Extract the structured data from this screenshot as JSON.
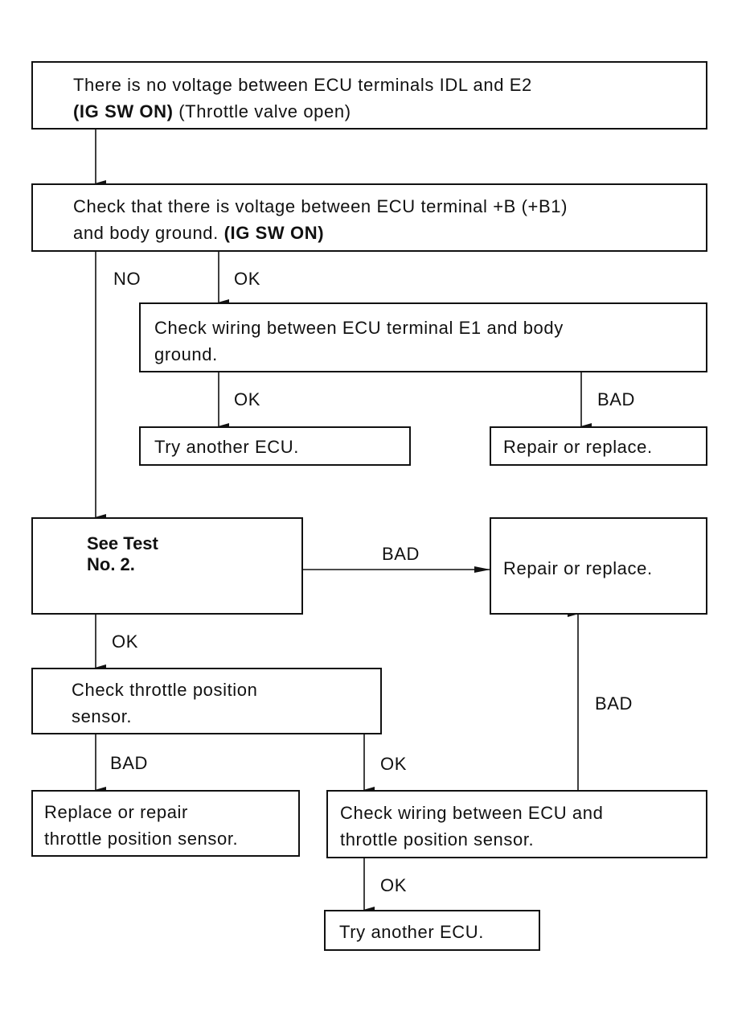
{
  "diagram": {
    "start": {
      "line1": "There is no voltage between ECU terminals IDL and E2",
      "line2_bold": "(IG SW ON)",
      "line2_rest": " (Throttle valve open)"
    },
    "check_voltage": {
      "line1": "Check that there is voltage between ECU terminal +B (+B1)",
      "line2": "and body ground. ",
      "line2_bold": "(IG SW ON)"
    },
    "check_wiring_e1": {
      "line1": "Check wiring between ECU terminal E1 and body",
      "line2": "ground."
    },
    "try_ecu_1": "Try another ECU.",
    "repair_1": "Repair or replace.",
    "see_test": {
      "line1": "See Test",
      "line2": "No. 2."
    },
    "repair_2": "Repair or replace.",
    "check_tps": {
      "line1": "Check throttle position",
      "line2": "sensor."
    },
    "replace_tps": {
      "line1": "Replace or repair",
      "line2": "throttle position sensor."
    },
    "check_wiring_tps": {
      "line1": "Check wiring between ECU and",
      "line2": "throttle position sensor."
    },
    "try_ecu_2": "Try another ECU.",
    "labels": {
      "no": "NO",
      "ok_1": "OK",
      "ok_2": "OK",
      "bad_1": "BAD",
      "bad_2": "BAD",
      "ok_3": "OK",
      "bad_3": "BAD",
      "bad_4": "BAD",
      "ok_4": "OK",
      "ok_5": "OK"
    }
  }
}
